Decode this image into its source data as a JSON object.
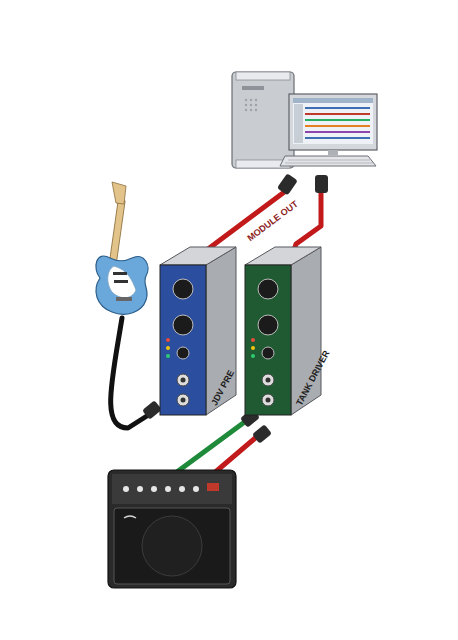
{
  "diagram": {
    "nodes": [
      {
        "text": [
          "JDV PRE"
        ]
      },
      {
        "text": [
          "TANK DRIVER"
        ]
      }
    ],
    "labels": [
      "MODULE OUT"
    ]
  }
}
